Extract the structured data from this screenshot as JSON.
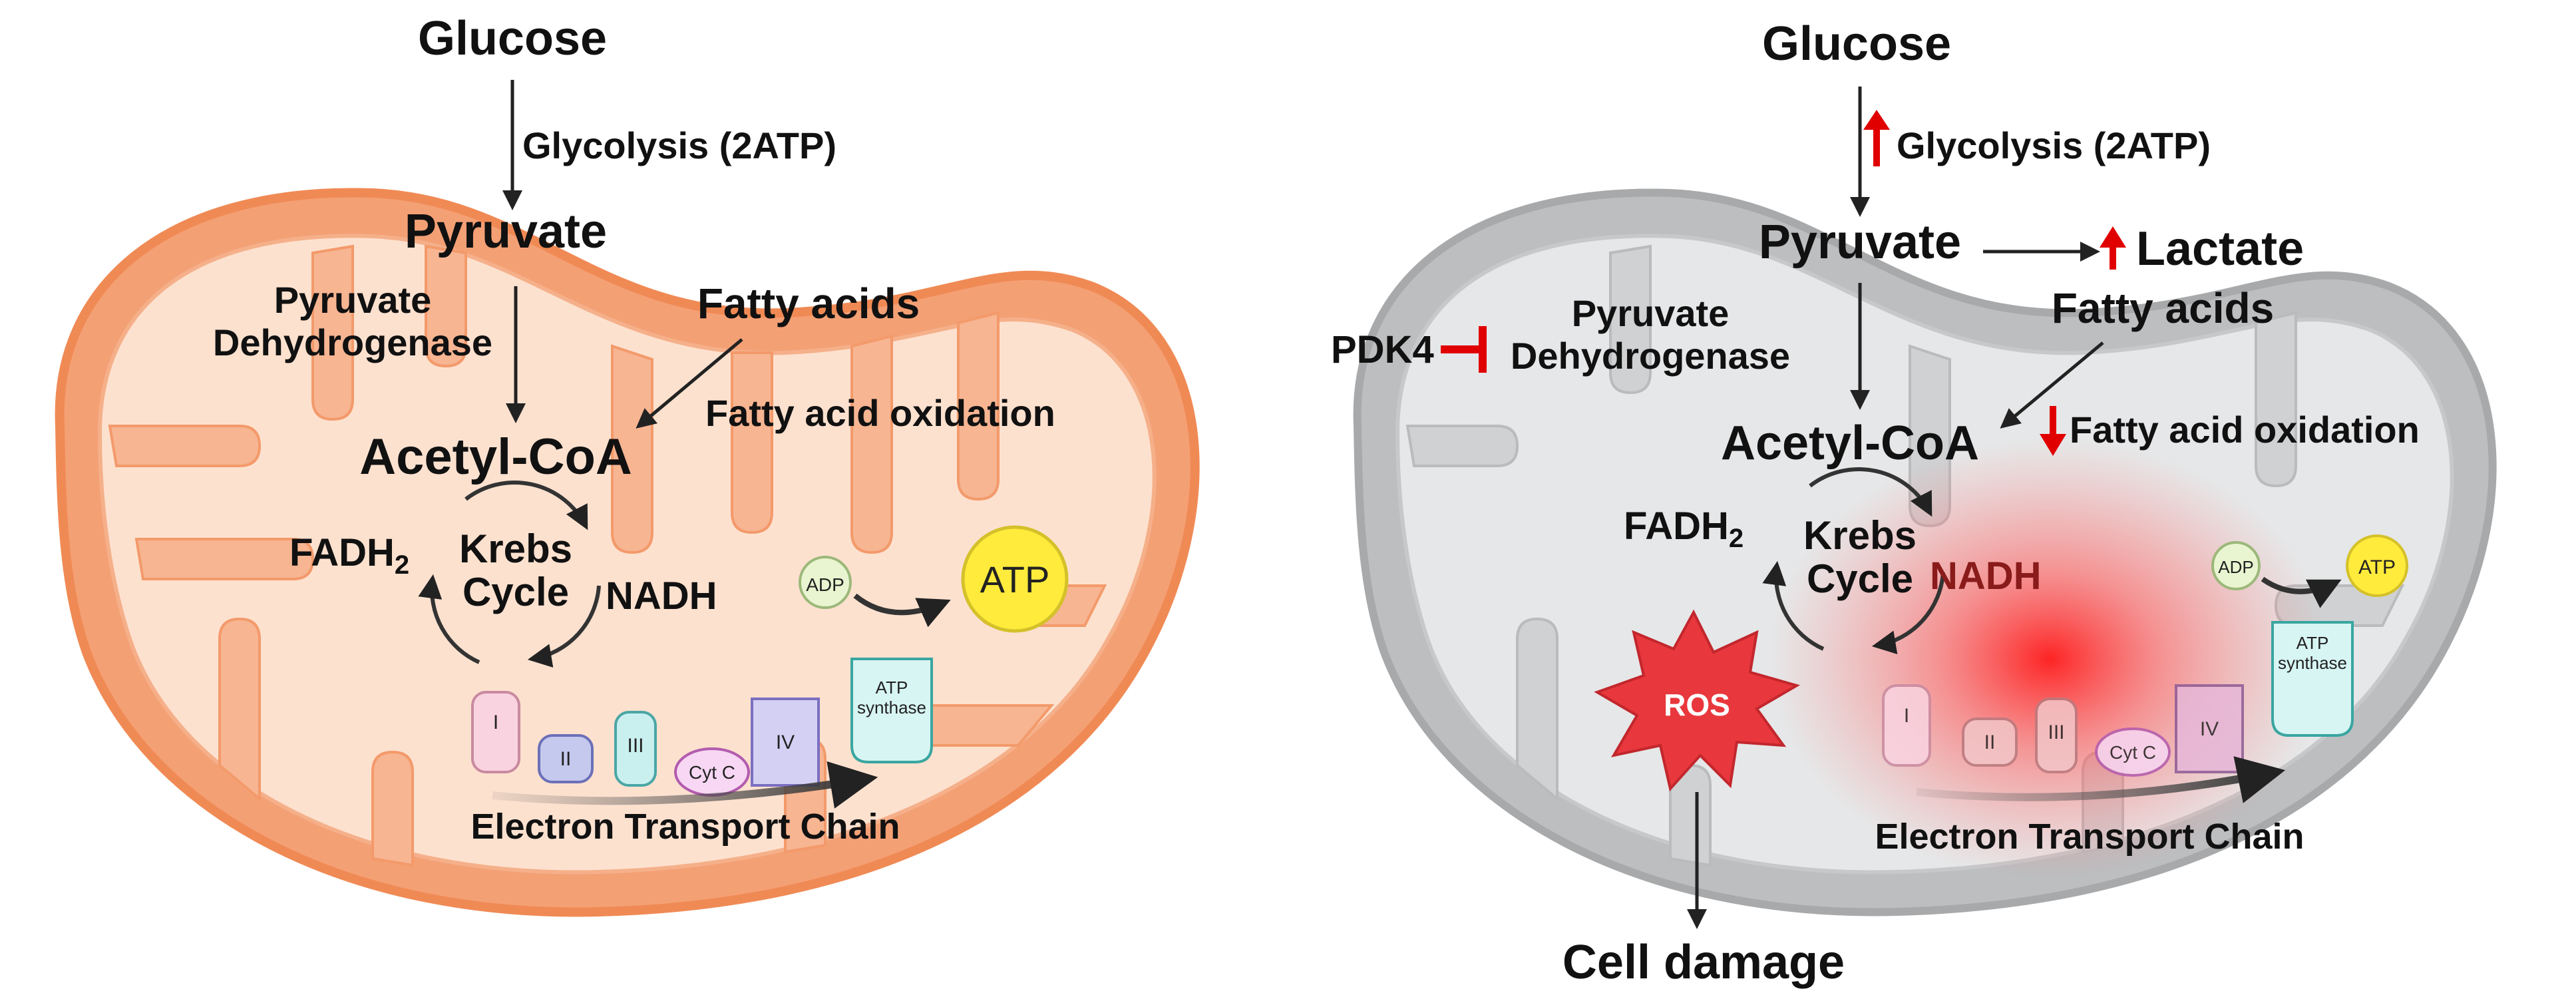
{
  "colors": {
    "normal_membrane": "#f39a6b",
    "normal_matrix": "#fde3d3",
    "disease_membrane": "#a7a9ab",
    "disease_matrix": "#e8e9ea",
    "up_arrow": "#e00000",
    "inhibitor": "#e00000",
    "ros_fill": "#e8383d",
    "atp_fill": "#ffeb3b",
    "adp_fill": "#e9f5d0"
  },
  "normal": {
    "glucose": "Glucose",
    "glycolysis": "Glycolysis (2ATP)",
    "pyruvate": "Pyruvate",
    "pdh_line1": "Pyruvate",
    "pdh_line2": "Dehydrogenase",
    "fatty_acids": "Fatty acids",
    "fao": "Fatty acid oxidation",
    "acetyl_coa": "Acetyl-CoA",
    "fadh2_base": "FADH",
    "fadh2_sub": "2",
    "krebs_line1": "Krebs",
    "krebs_line2": "Cycle",
    "nadh": "NADH",
    "adp": "ADP",
    "atp": "ATP",
    "atp_synthase_line1": "ATP",
    "atp_synthase_line2": "synthase",
    "complex_i": "I",
    "complex_ii": "II",
    "complex_iii": "III",
    "cyt_c": "Cyt C",
    "complex_iv": "IV",
    "etc": "Electron Transport Chain"
  },
  "disease": {
    "glucose": "Glucose",
    "glycolysis": "Glycolysis (2ATP)",
    "pyruvate": "Pyruvate",
    "lactate": "Lactate",
    "pdk4": "PDK4",
    "pdh_line1": "Pyruvate",
    "pdh_line2": "Dehydrogenase",
    "fatty_acids": "Fatty acids",
    "fao": "Fatty acid oxidation",
    "acetyl_coa": "Acetyl-CoA",
    "fadh2_base": "FADH",
    "fadh2_sub": "2",
    "krebs_line1": "Krebs",
    "krebs_line2": "Cycle",
    "nadh": "NADH",
    "adp": "ADP",
    "atp": "ATP",
    "atp_synthase_line1": "ATP",
    "atp_synthase_line2": "synthase",
    "complex_i": "I",
    "complex_ii": "II",
    "complex_iii": "III",
    "cyt_c": "Cyt C",
    "complex_iv": "IV",
    "etc": "Electron Transport Chain",
    "ros": "ROS",
    "cell_damage": "Cell damage"
  }
}
